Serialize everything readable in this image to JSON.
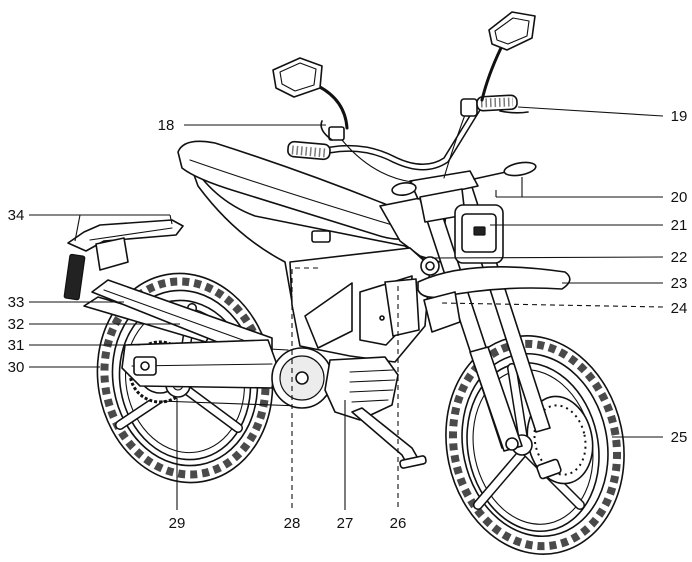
{
  "figure": {
    "callouts": [
      "18",
      "19",
      "20",
      "21",
      "22",
      "23",
      "24",
      "25",
      "26",
      "27",
      "28",
      "29",
      "30",
      "31",
      "32",
      "33",
      "34"
    ]
  },
  "colors": {
    "line": "#111111",
    "background": "#ffffff",
    "tread": "#4a4a4a"
  }
}
